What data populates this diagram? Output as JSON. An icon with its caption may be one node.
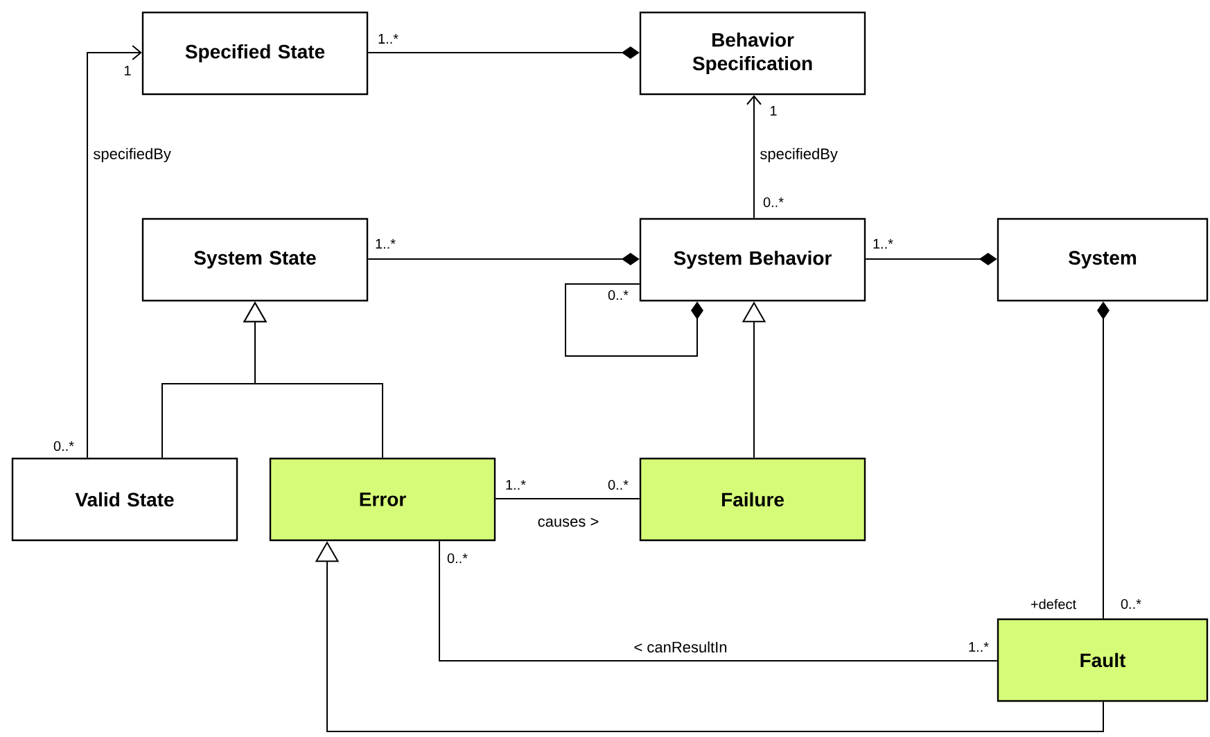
{
  "diagram": {
    "nodes": [
      {
        "text": [
          "Specified State"
        ]
      },
      {
        "text": [
          "Behavior Specification"
        ]
      },
      {
        "text": [
          "System State"
        ]
      },
      {
        "text": [
          "System Behavior"
        ]
      },
      {
        "text": [
          "System"
        ]
      },
      {
        "text": [
          "Valid State"
        ]
      },
      {
        "text": [
          "Error"
        ]
      },
      {
        "text": [
          "Failure"
        ]
      },
      {
        "text": [
          "Fault"
        ]
      }
    ],
    "edges": [
      {
        "from": 0,
        "to": 1,
        "arrow": "other"
      },
      {
        "from": 5,
        "to": 0,
        "arrow": "to",
        "label": "specifiedBy"
      },
      {
        "from": 3,
        "to": 1,
        "arrow": "to",
        "label": "specifiedBy"
      },
      {
        "from": 2,
        "to": 3,
        "arrow": "other"
      },
      {
        "from": 3,
        "to": 4,
        "arrow": "other"
      },
      {
        "from": 3,
        "to": 3,
        "arrow": "other"
      },
      {
        "from": 5,
        "to": 2,
        "arrow": "to"
      },
      {
        "from": 6,
        "to": 2,
        "arrow": "to"
      },
      {
        "from": 7,
        "to": 3,
        "arrow": "to"
      },
      {
        "from": 6,
        "to": 7,
        "arrow": "none",
        "label": "causes >"
      },
      {
        "from": 8,
        "to": 4,
        "arrow": "other"
      },
      {
        "from": 8,
        "to": 6,
        "arrow": "none",
        "label": "< canResultIn"
      },
      {
        "from": 8,
        "to": 6,
        "arrow": "to"
      }
    ],
    "labels": [
      "1..*",
      "1",
      "0..*",
      "1",
      "0..*",
      "1..*",
      "0..*",
      "1..*",
      "1..*",
      "0..*",
      "0..*",
      "+defect",
      "0..*",
      "1..*"
    ]
  }
}
